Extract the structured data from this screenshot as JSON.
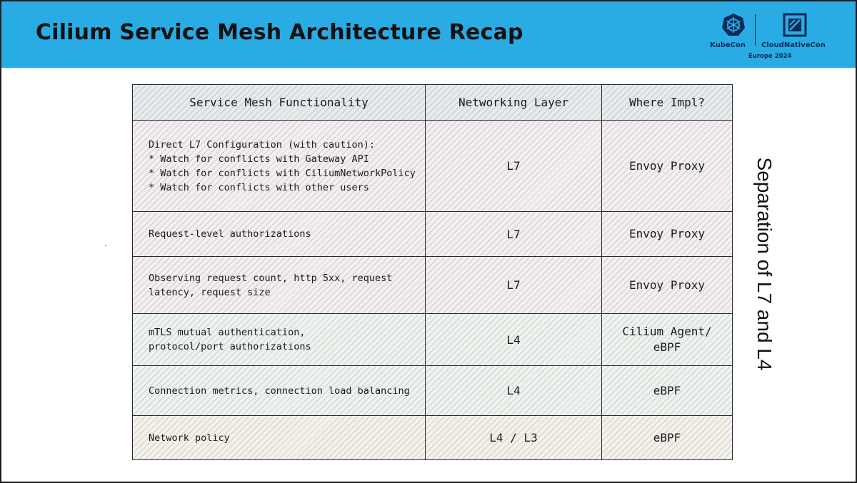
{
  "slide": {
    "title": "Cilium Service Mesh Architecture Recap",
    "side_label": "Separation of L7 and L4"
  },
  "logo": {
    "kubecon_text": "KubeCon",
    "cncf_text": "CloudNativeCon",
    "event_text": "Europe 2024",
    "kubecon_icon": "kubernetes-helm-wheel-icon",
    "cncf_icon": "cncf-square-icon",
    "color": "#0b2a55"
  },
  "colors": {
    "header_bg": "#29ace4",
    "l7_row_tint": "#f3eef0",
    "l4_row_tint": "#eef3ef",
    "l3_row_tint": "#f3f1ea"
  },
  "table": {
    "headers": [
      "Service Mesh Functionality",
      "Networking Layer",
      "Where Impl?"
    ],
    "rows": [
      {
        "func": [
          "Direct L7 Configuration (with caution):",
          "* Watch for conflicts with Gateway API",
          "* Watch for conflicts with CiliumNetworkPolicy",
          "* Watch for conflicts with other users"
        ],
        "layer": "L7",
        "impl": [
          "Envoy Proxy"
        ]
      },
      {
        "func": [
          "Request-level authorizations"
        ],
        "layer": "L7",
        "impl": [
          "Envoy Proxy"
        ]
      },
      {
        "func": [
          "Observing request count, http 5xx, request",
          "latency, request size"
        ],
        "layer": "L7",
        "impl": [
          "Envoy Proxy"
        ]
      },
      {
        "func": [
          "mTLS mutual authentication,",
          "protocol/port authorizations"
        ],
        "layer": "L4",
        "impl": [
          "Cilium Agent/",
          "eBPF"
        ]
      },
      {
        "func": [
          "Connection metrics, connection load balancing"
        ],
        "layer": "L4",
        "impl": [
          "eBPF"
        ]
      },
      {
        "func": [
          "Network policy"
        ],
        "layer": "L4 / L3",
        "impl": [
          "eBPF"
        ]
      }
    ]
  }
}
